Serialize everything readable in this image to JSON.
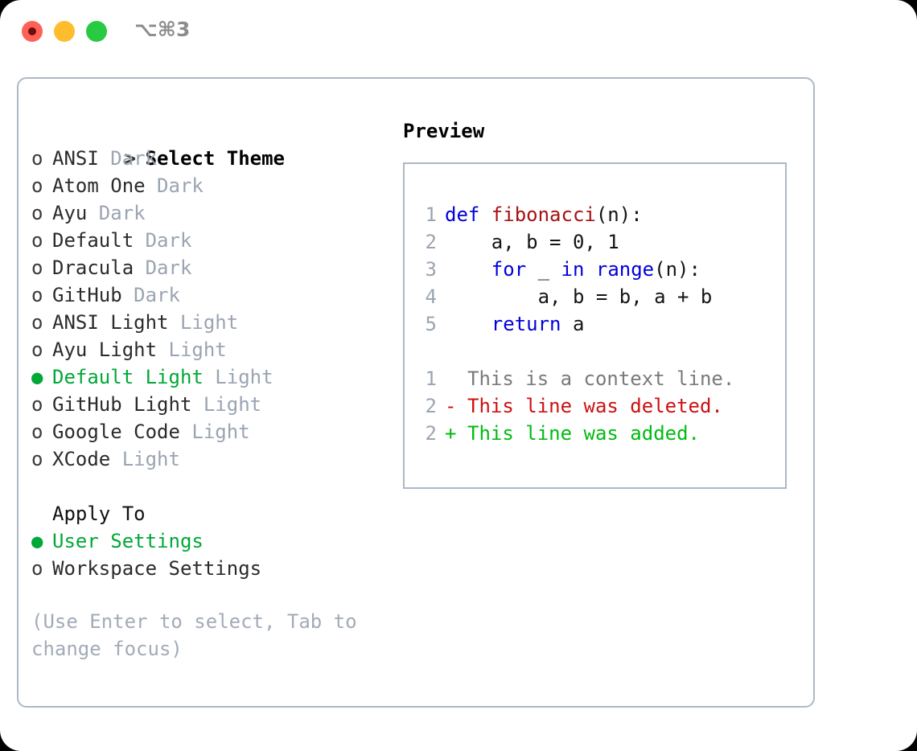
{
  "window": {
    "shortcut_label": "⌥⌘3",
    "traffic_lights": {
      "close": "close-button",
      "minimize": "minimize-button",
      "maximize": "maximize-button"
    }
  },
  "colors": {
    "accent_green": "#00A838",
    "muted_gray": "#9BA4B2",
    "border": "#AEB8C4",
    "keyword_blue": "#0000DD",
    "function_red": "#A61212",
    "diff_delete": "#CC1111",
    "diff_add": "#00BB11",
    "traffic_red": "#FF6058",
    "traffic_yellow": "#FFBD2E",
    "traffic_green": "#27CA40"
  },
  "theme_picker": {
    "heading_marker": ">",
    "heading": "Select Theme",
    "unselected_marker": "o",
    "selected_marker": "●",
    "items": [
      {
        "name": "ANSI",
        "tag": "Dark",
        "selected": false
      },
      {
        "name": "Atom One",
        "tag": "Dark",
        "selected": false
      },
      {
        "name": "Ayu",
        "tag": "Dark",
        "selected": false
      },
      {
        "name": "Default",
        "tag": "Dark",
        "selected": false
      },
      {
        "name": "Dracula",
        "tag": "Dark",
        "selected": false
      },
      {
        "name": "GitHub",
        "tag": "Dark",
        "selected": false
      },
      {
        "name": "ANSI Light",
        "tag": "Light",
        "selected": false
      },
      {
        "name": "Ayu Light",
        "tag": "Light",
        "selected": false
      },
      {
        "name": "Default Light",
        "tag": "Light",
        "selected": true
      },
      {
        "name": "GitHub Light",
        "tag": "Light",
        "selected": false
      },
      {
        "name": "Google Code",
        "tag": "Light",
        "selected": false
      },
      {
        "name": "XCode",
        "tag": "Light",
        "selected": false
      }
    ]
  },
  "apply_to": {
    "heading": "Apply To",
    "items": [
      {
        "name": "User Settings",
        "selected": true
      },
      {
        "name": "Workspace Settings",
        "selected": false
      }
    ]
  },
  "hint": "(Use Enter to select, Tab to change focus)",
  "preview": {
    "title": "Preview",
    "code_lines": [
      {
        "num": "1",
        "tokens": [
          {
            "t": "def ",
            "c": "kw"
          },
          {
            "t": "fibonacci",
            "c": "fn"
          },
          {
            "t": "(n):",
            "c": "pl"
          }
        ]
      },
      {
        "num": "2",
        "tokens": [
          {
            "t": "    a, b = 0, 1",
            "c": "pl"
          }
        ]
      },
      {
        "num": "3",
        "tokens": [
          {
            "t": "    ",
            "c": "pl"
          },
          {
            "t": "for",
            "c": "kw"
          },
          {
            "t": " _ ",
            "c": "pl"
          },
          {
            "t": "in",
            "c": "kw"
          },
          {
            "t": " ",
            "c": "pl"
          },
          {
            "t": "range",
            "c": "kw"
          },
          {
            "t": "(n):",
            "c": "pl"
          }
        ]
      },
      {
        "num": "4",
        "tokens": [
          {
            "t": "        a, b = b, a + b",
            "c": "pl"
          }
        ]
      },
      {
        "num": "5",
        "tokens": [
          {
            "t": "    ",
            "c": "pl"
          },
          {
            "t": "return",
            "c": "kw"
          },
          {
            "t": " a",
            "c": "pl"
          }
        ]
      }
    ],
    "diff_lines": [
      {
        "num": "1",
        "sign": " ",
        "text": "This is a context line.",
        "kind": "ctx"
      },
      {
        "num": "2",
        "sign": "-",
        "text": "This line was deleted.",
        "kind": "del"
      },
      {
        "num": "2",
        "sign": "+",
        "text": "This line was added.",
        "kind": "add"
      }
    ]
  }
}
